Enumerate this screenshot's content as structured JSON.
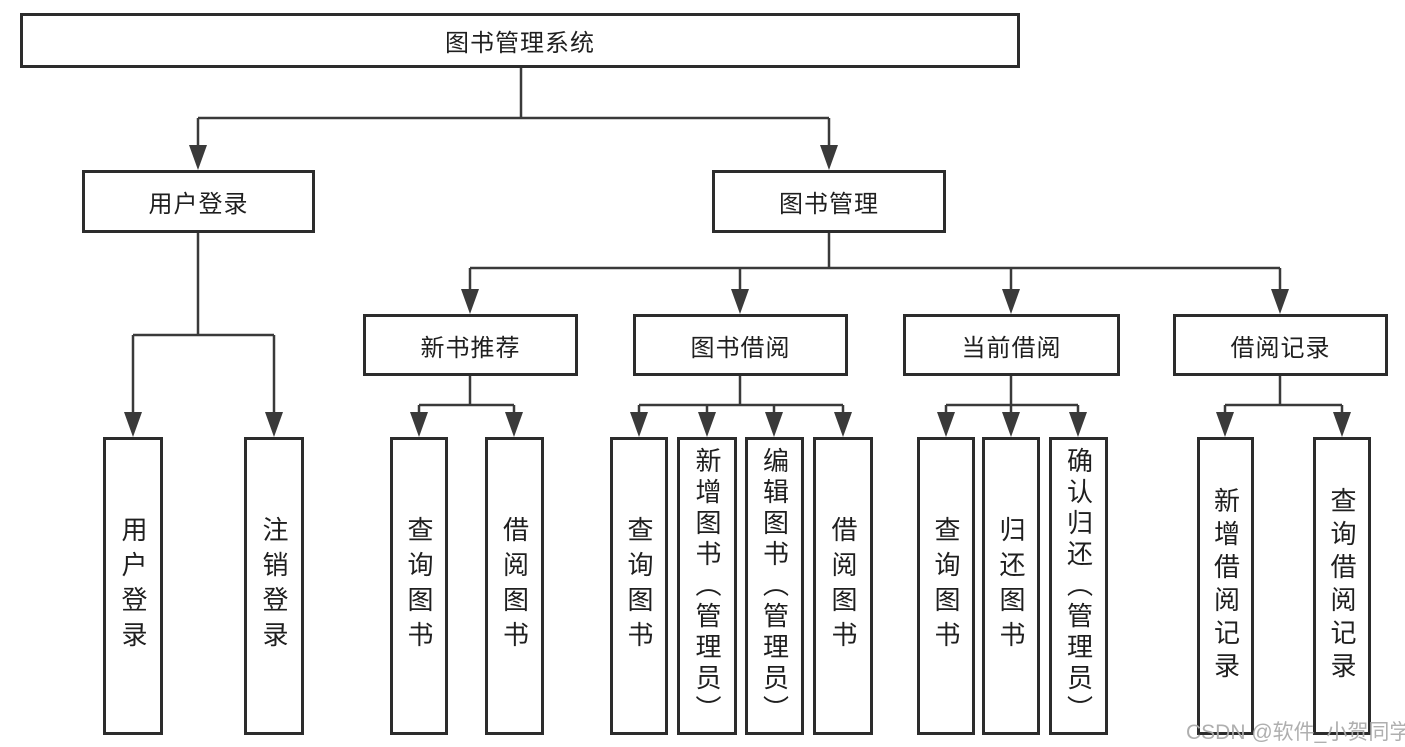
{
  "tree": {
    "root": "图书管理系统",
    "branches": [
      {
        "label": "用户登录",
        "children": [
          "用户登录",
          "注销登录"
        ]
      },
      {
        "label": "图书管理",
        "children": [
          {
            "label": "新书推荐",
            "children": [
              "查询图书",
              "借阅图书"
            ]
          },
          {
            "label": "图书借阅",
            "children": [
              "查询图书",
              "新增图书（管理员）",
              "编辑图书（管理员）",
              "借阅图书"
            ]
          },
          {
            "label": "当前借阅",
            "children": [
              "查询图书",
              "归还图书",
              "确认归还（管理员）"
            ]
          },
          {
            "label": "借阅记录",
            "children": [
              "新增借阅记录",
              "查询借阅记录"
            ]
          }
        ]
      }
    ]
  },
  "watermark": {
    "text": "CSDN @软件_小贺同学"
  },
  "colors": {
    "line": "#3a3a3a",
    "box_border": "#2c2c2c",
    "text": "#1f1f1f",
    "watermark": "#ababab",
    "background": "#ffffff"
  }
}
